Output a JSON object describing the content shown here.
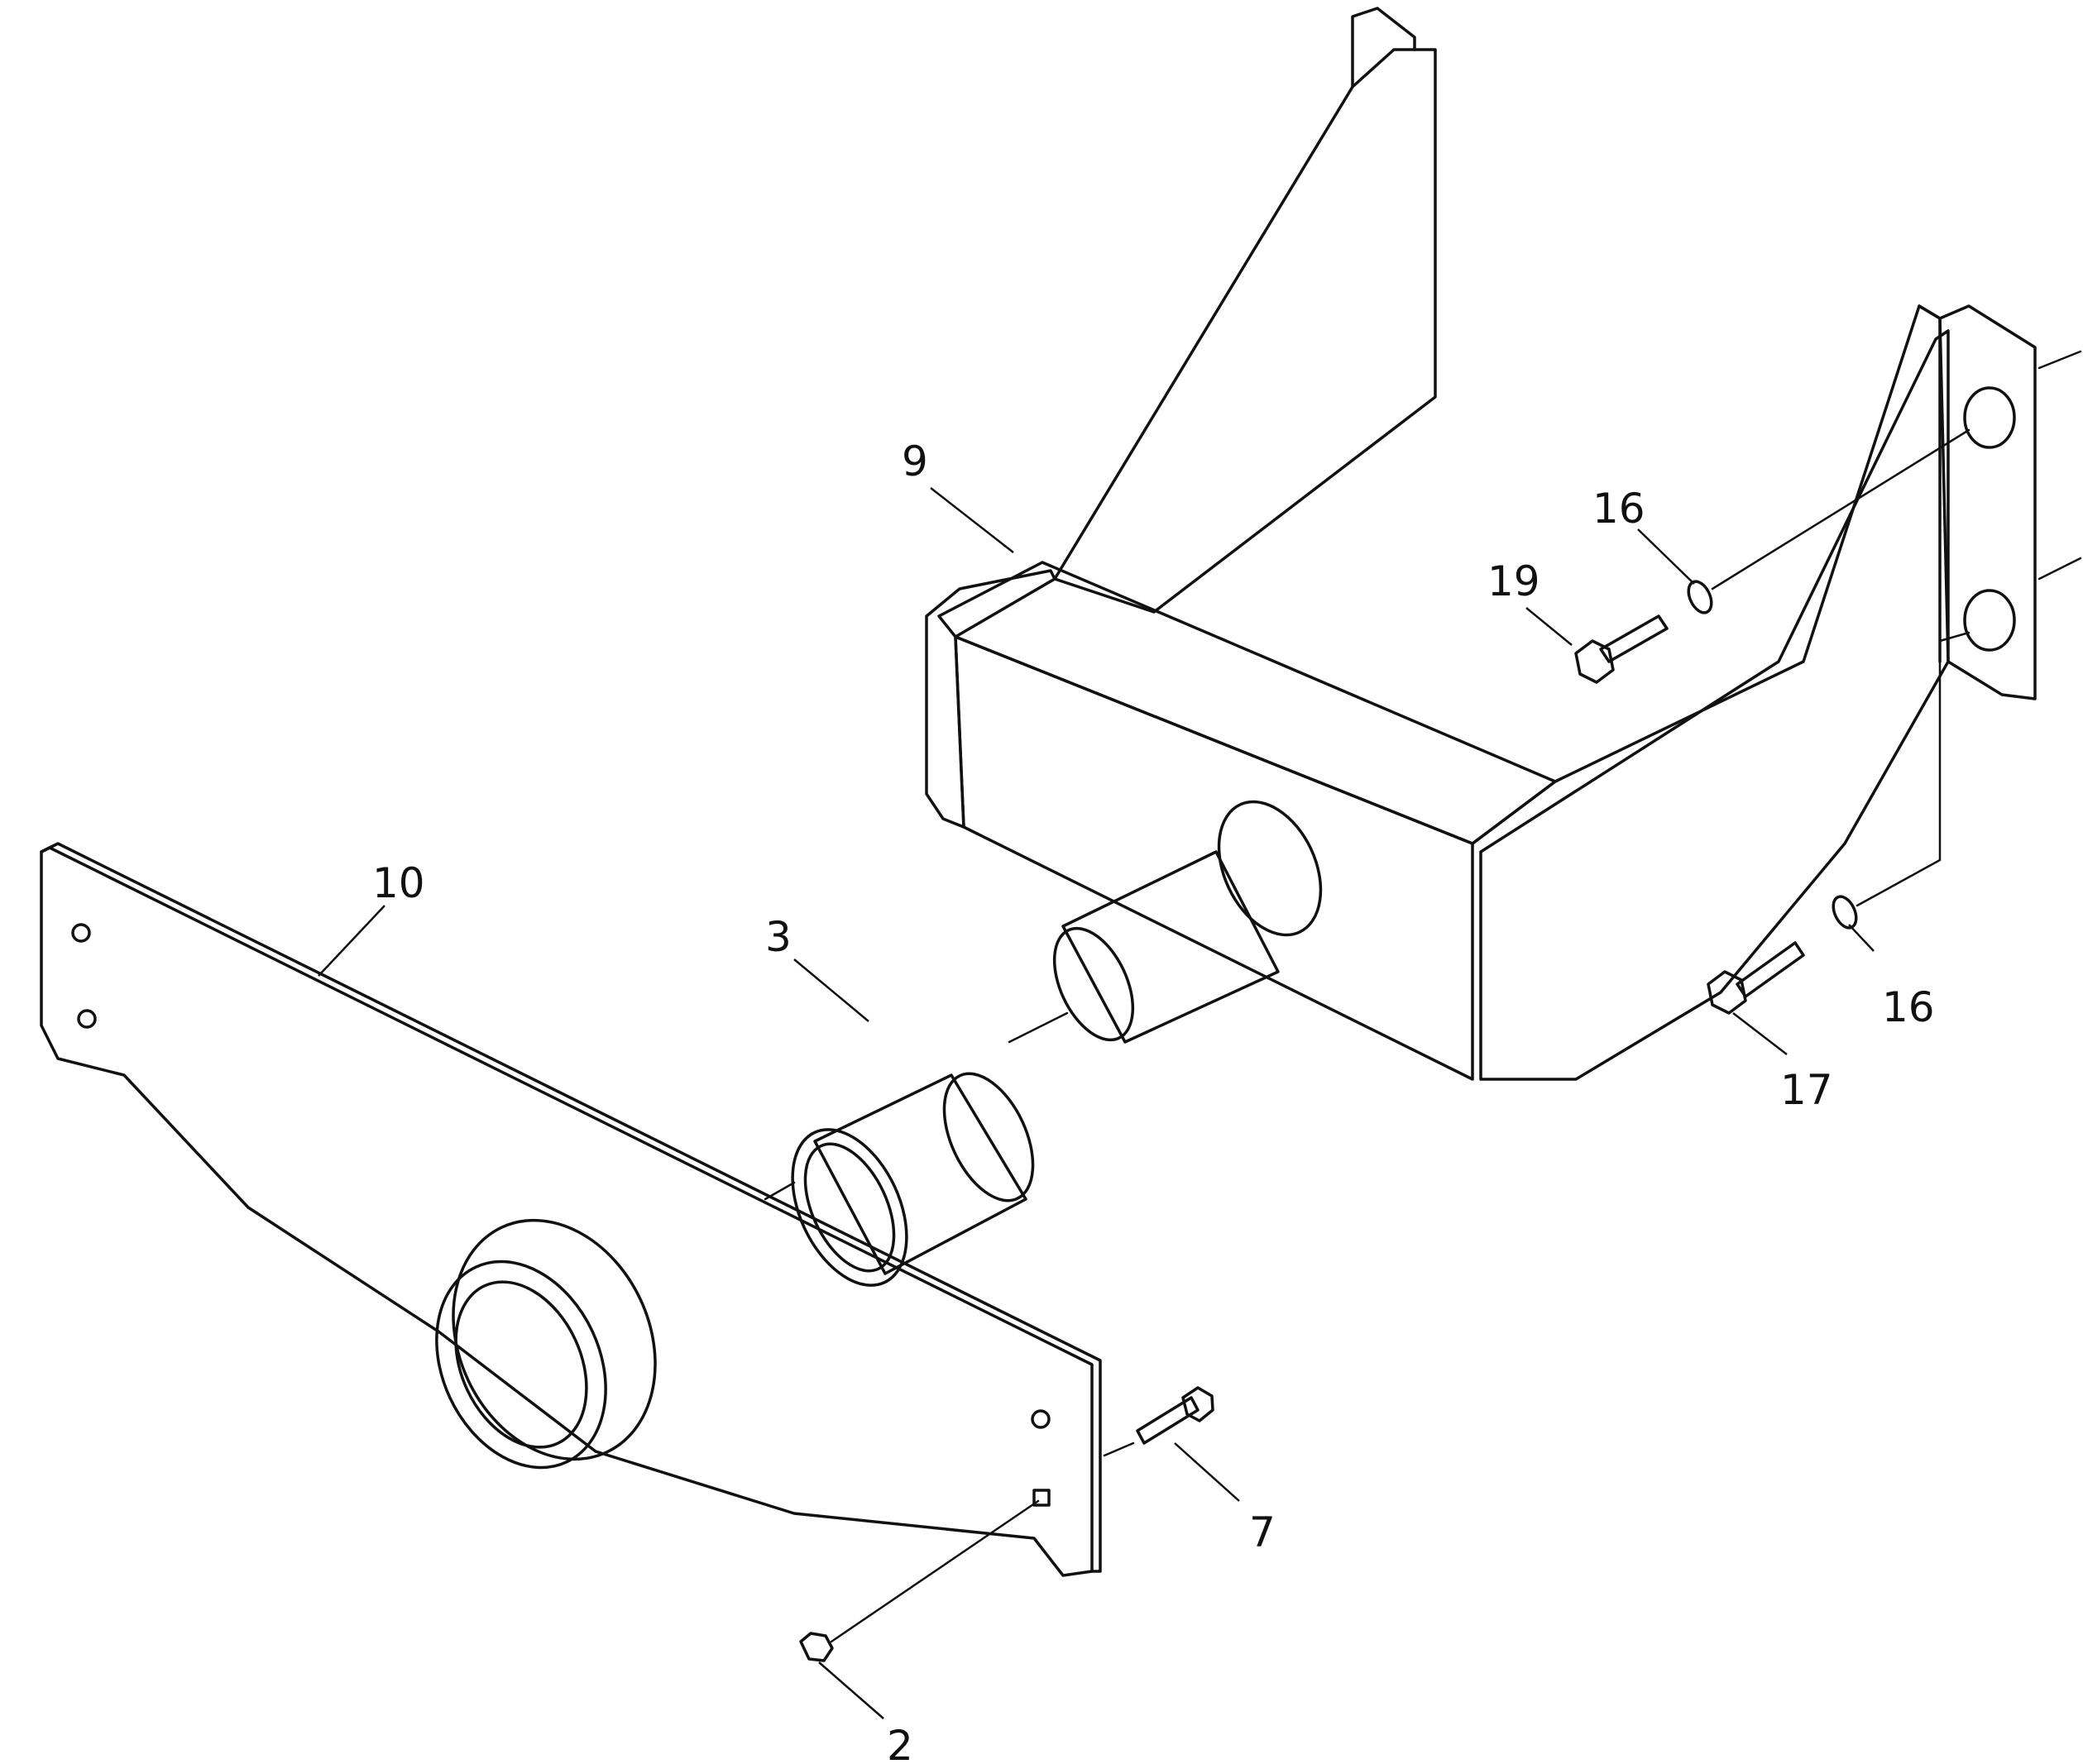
{
  "figure": {
    "type": "exploded parts diagram",
    "callouts": {
      "c9": "9",
      "c16a": "16",
      "c19": "19",
      "c10": "10",
      "c3": "3",
      "c16b": "16",
      "c17": "17",
      "c7": "7",
      "c2": "2"
    },
    "colors": {
      "ink": "#111111",
      "paper": "#ffffff",
      "stipple": "#555555"
    }
  }
}
